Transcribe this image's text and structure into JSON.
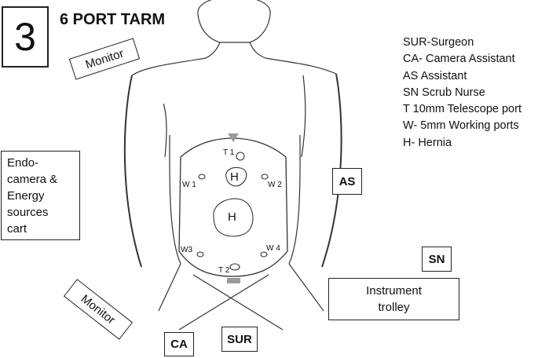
{
  "figure_number": "3",
  "title": "6 PORT TARM",
  "legend": [
    "SUR-Surgeon",
    "CA- Camera Assistant",
    "AS Assistant",
    "SN Scrub Nurse",
    "T 10mm Telescope port",
    "W- 5mm Working ports",
    "H- Hernia"
  ],
  "equipment": {
    "monitor_top": "Monitor",
    "monitor_bottom": "Monitor",
    "endo_cart": [
      "Endo-",
      "camera &",
      "Energy",
      "sources",
      "cart"
    ],
    "instrument_trolley": [
      "Instrument",
      "trolley"
    ]
  },
  "personnel": {
    "as": "AS",
    "sn": "SN",
    "ca": "CA",
    "sur": "SUR"
  },
  "ports": {
    "t1": "T 1",
    "t2": "T 2",
    "w1": "W 1",
    "w2": "W 2",
    "w3": "W3",
    "w4": "W 4"
  },
  "hernias": {
    "upper": "H",
    "lower": "H"
  }
}
